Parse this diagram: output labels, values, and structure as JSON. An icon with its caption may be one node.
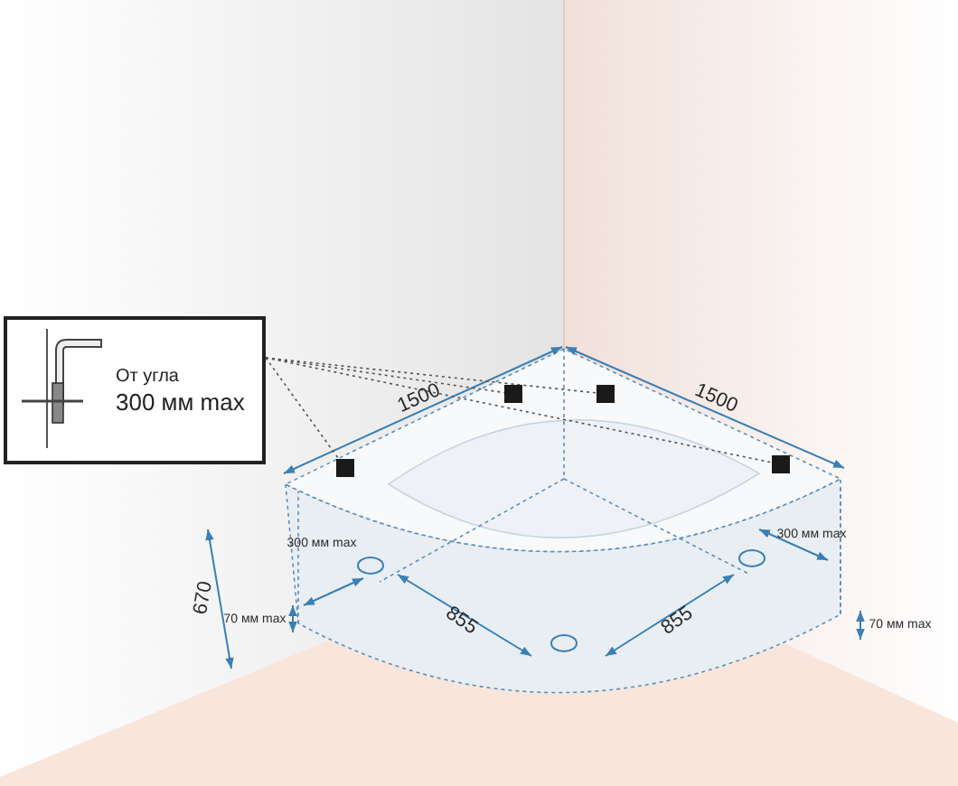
{
  "diagram": {
    "nodes": [
      {
        "text": [
          "От угла",
          "300 мм max"
        ]
      },
      {
        "text": [],
        "shape": "box"
      },
      {
        "text": [],
        "shape": "box"
      },
      {
        "text": [],
        "shape": "box"
      },
      {
        "text": [],
        "shape": "box"
      }
    ],
    "edges": [
      {
        "from": 0,
        "to": 1,
        "arrow": "none",
        "style": "dashed"
      },
      {
        "from": 0,
        "to": 2,
        "arrow": "none",
        "style": "dashed"
      },
      {
        "from": 0,
        "to": 3,
        "arrow": "none",
        "style": "dashed"
      },
      {
        "from": 0,
        "to": 4,
        "arrow": "none",
        "style": "dashed"
      }
    ],
    "labels": [
      "1500",
      "1500",
      "300 мм max",
      "300 мм max",
      "670",
      "855",
      "855",
      "70 мм max",
      "70 мм max"
    ]
  }
}
